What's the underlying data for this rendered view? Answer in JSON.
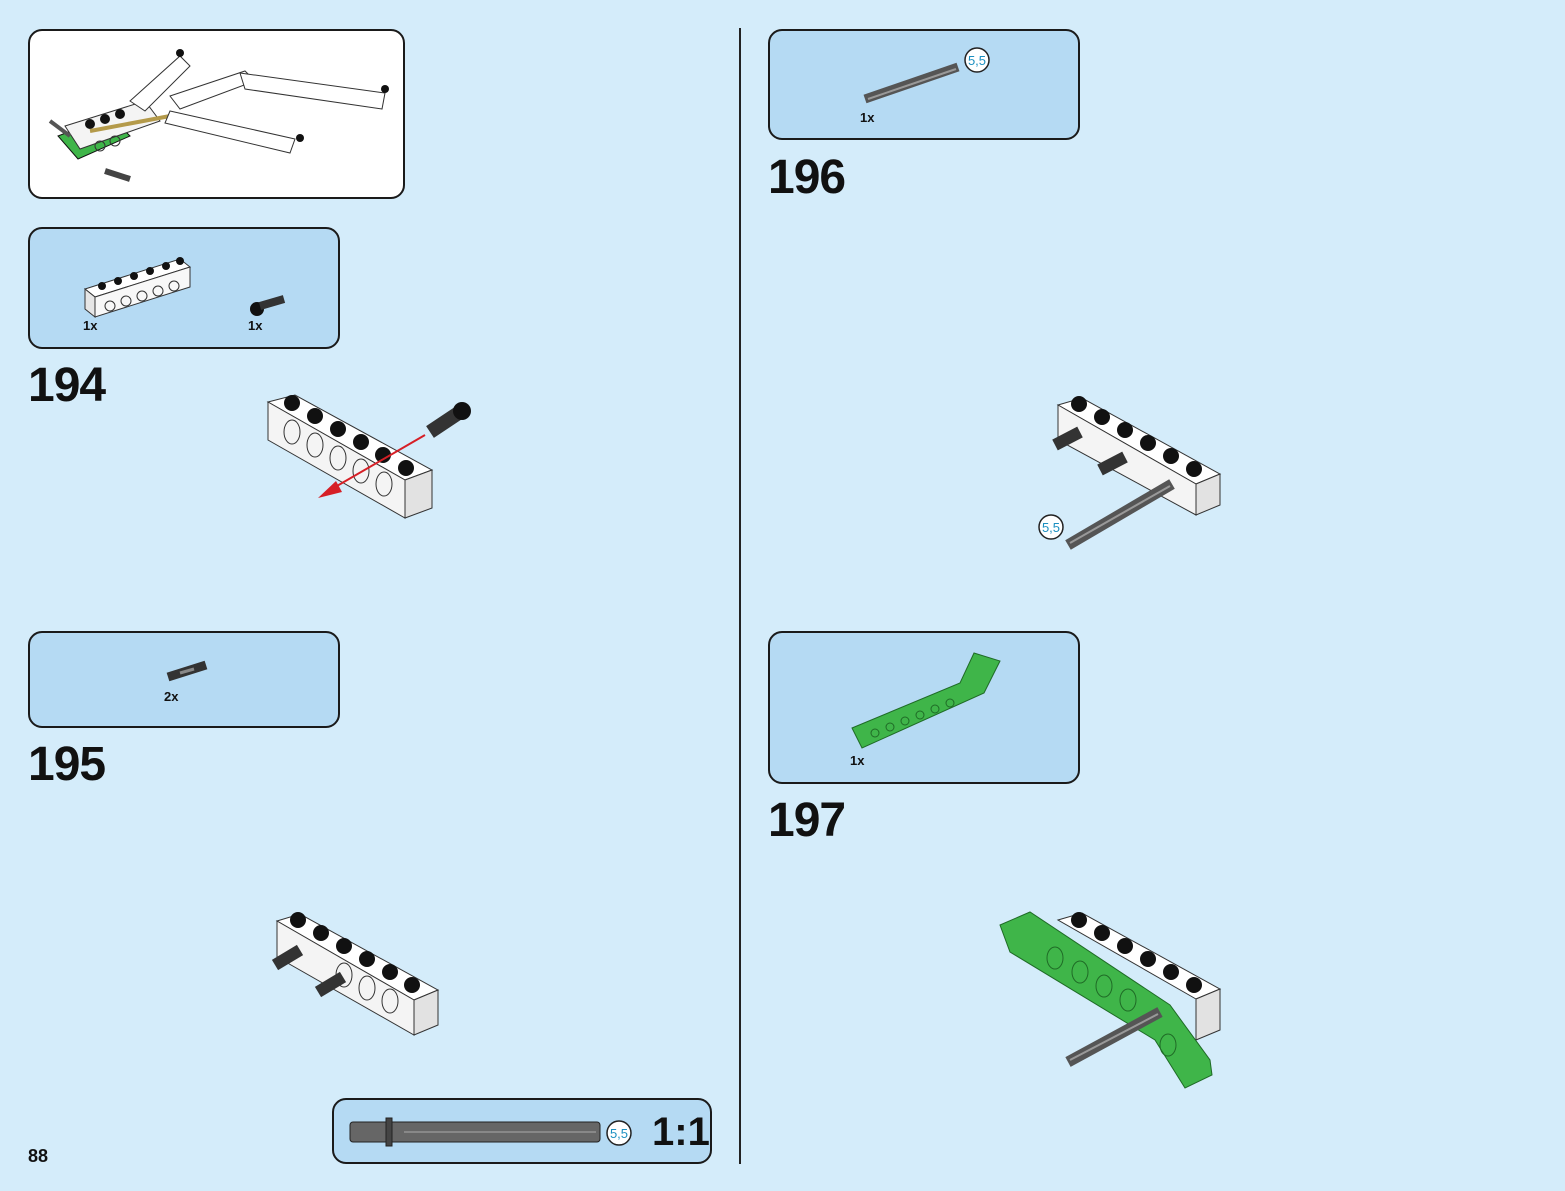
{
  "page": {
    "number": "88"
  },
  "steps": [
    {
      "number": "194",
      "parts": [
        {
          "qty": "1x",
          "part": "white-technic-brick-1x6"
        },
        {
          "qty": "1x",
          "part": "black-connector-peg"
        }
      ]
    },
    {
      "number": "195",
      "parts": [
        {
          "qty": "2x",
          "part": "black-connector-peg-friction"
        }
      ]
    },
    {
      "number": "196",
      "parts": [
        {
          "qty": "1x",
          "part": "dark-gray-axle-5-5",
          "length": "5,5"
        }
      ],
      "callout_length": "5,5"
    },
    {
      "number": "197",
      "parts": [
        {
          "qty": "1x",
          "part": "green-technic-liftarm-bent"
        }
      ]
    }
  ],
  "scale_box": {
    "length": "5,5",
    "scale": "1:1"
  },
  "colors": {
    "background": "#d4ecfa",
    "parts_box": "#b5daf3",
    "green_part": "#3fb549",
    "axle": "#555555",
    "arrow": "#d61f26"
  }
}
